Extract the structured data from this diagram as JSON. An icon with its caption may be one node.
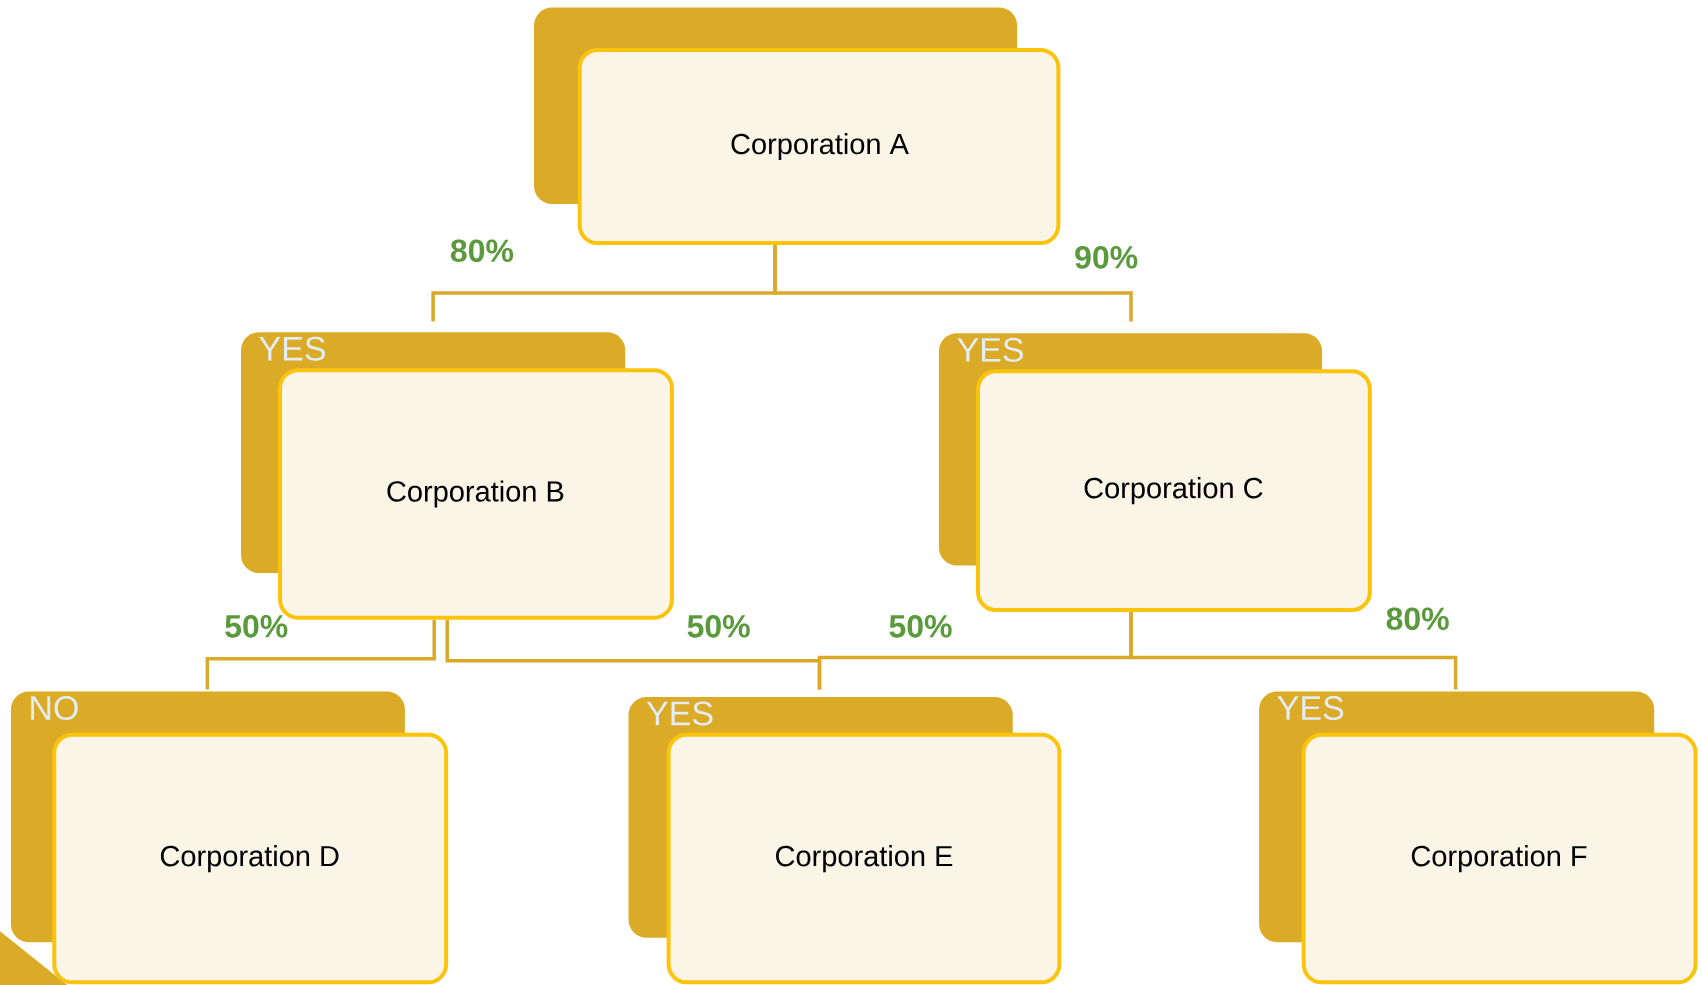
{
  "diagram": {
    "nodes": [
      {
        "text": [
          "Corporation A"
        ]
      },
      {
        "text": [
          "YES",
          "Corporation B"
        ]
      },
      {
        "text": [
          "YES",
          "Corporation C"
        ]
      },
      {
        "text": [
          "NO",
          "Corporation D"
        ]
      },
      {
        "text": [
          "YES",
          "Corporation E"
        ]
      },
      {
        "text": [
          "YES",
          "Corporation F"
        ]
      }
    ],
    "edges": [
      {
        "from": 0,
        "to": 1,
        "arrow": "none",
        "label": "80%"
      },
      {
        "from": 0,
        "to": 2,
        "arrow": "none",
        "label": "90%"
      },
      {
        "from": 1,
        "to": 3,
        "arrow": "none",
        "label": "50%"
      },
      {
        "from": 1,
        "to": 4,
        "arrow": "none",
        "label": "50%"
      },
      {
        "from": 2,
        "to": 4,
        "arrow": "none",
        "label": "50%"
      },
      {
        "from": 2,
        "to": 5,
        "arrow": "none",
        "label": "80%"
      }
    ]
  }
}
